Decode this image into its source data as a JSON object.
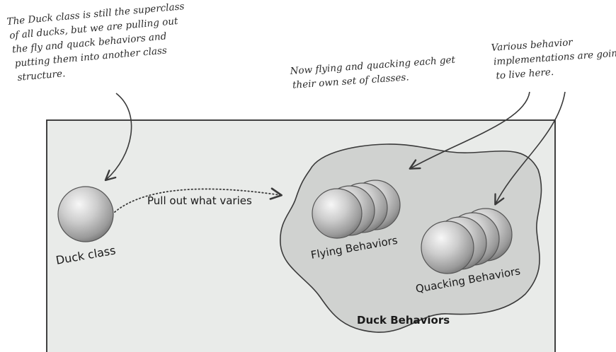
{
  "annotations": {
    "duck_superclass": [
      "The Duck class is still the superclass",
      "of all ducks, but we are pulling out",
      "the fly and quack behaviors and",
      "putting them into another class",
      "structure."
    ],
    "own_classes": [
      "Now flying and quacking each get",
      "their own set of classes."
    ],
    "implementations": [
      "Various behavior",
      "implementations are going",
      "to live here."
    ]
  },
  "diagram": {
    "duck_class_label": "Duck class",
    "pull_out_label": "Pull out what varies",
    "flying_label": "Flying Behaviors",
    "quacking_label": "Quacking Behaviors",
    "group_label": "Duck Behaviors"
  },
  "colors": {
    "panel_fill": "#e9ebe9",
    "blob_fill": "#cfd1cf",
    "sphere_light": "#f4f4f4",
    "sphere_mid": "#c9c9c9",
    "sphere_dark": "#7e7e7e",
    "ink": "#3a3a3a"
  }
}
